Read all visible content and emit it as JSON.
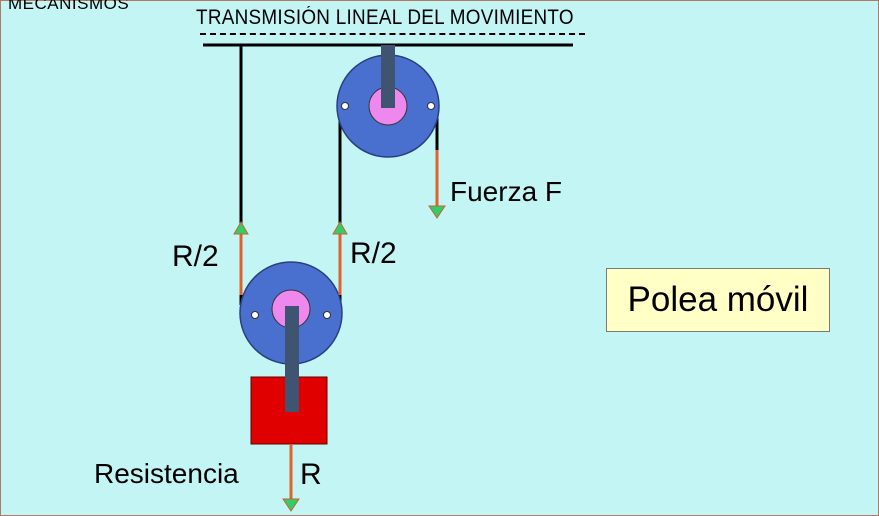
{
  "header": {
    "corner_label": "MECANISMOS",
    "title": "TRANSMISIÓN LINEAL DEL MOVIMIENTO"
  },
  "labels": {
    "left_force": "R/2",
    "right_force": "R/2",
    "applied_force": "Fuerza F",
    "resistance_name": "Resistencia",
    "resistance_symbol": "R"
  },
  "note": {
    "text": "Polea móvil"
  },
  "colors": {
    "background": "#c4f5f5",
    "pulley": "#4a70cf",
    "hub": "#ee88ee",
    "axle": "#3e5470",
    "load": "#e00000",
    "arrow_shaft": "#e0612a",
    "arrow_head": "#33cc66",
    "note_background": "#ffffc6"
  }
}
